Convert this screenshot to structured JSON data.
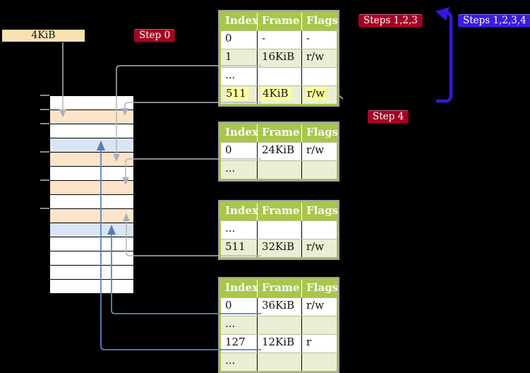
{
  "frame_size_label": "4KiB",
  "badges": {
    "step0": "Step 0",
    "steps123": "Steps 1,2,3",
    "steps1234": "Steps 1,2,3,4",
    "step4": "Step 4"
  },
  "memory_stack": {
    "row_colors": [
      "white",
      "peach",
      "white",
      "blue",
      "peach",
      "white",
      "peach",
      "white",
      "peach",
      "blue",
      "white",
      "white",
      "white",
      "white"
    ]
  },
  "tables": [
    {
      "headers": [
        "Index",
        "Frame",
        "Flags"
      ],
      "rows": [
        {
          "cells": [
            "0",
            "-",
            "-"
          ],
          "shade": "white",
          "highlight": false
        },
        {
          "cells": [
            "1",
            "16KiB",
            "r/w"
          ],
          "shade": "green",
          "highlight": false
        },
        {
          "cells": [
            "...",
            "",
            ""
          ],
          "shade": "white",
          "highlight": false
        },
        {
          "cells": [
            "511",
            "4KiB",
            "r/w"
          ],
          "shade": "green",
          "highlight": true
        }
      ]
    },
    {
      "headers": [
        "Index",
        "Frame",
        "Flags"
      ],
      "rows": [
        {
          "cells": [
            "0",
            "24KiB",
            "r/w"
          ],
          "shade": "white",
          "highlight": false
        },
        {
          "cells": [
            "...",
            "",
            ""
          ],
          "shade": "green",
          "highlight": false
        }
      ]
    },
    {
      "headers": [
        "Index",
        "Frame",
        "Flags"
      ],
      "rows": [
        {
          "cells": [
            "...",
            "",
            ""
          ],
          "shade": "white",
          "highlight": false
        },
        {
          "cells": [
            "511",
            "32KiB",
            "r/w"
          ],
          "shade": "green",
          "highlight": false
        }
      ]
    },
    {
      "headers": [
        "Index",
        "Frame",
        "Flags"
      ],
      "rows": [
        {
          "cells": [
            "0",
            "36KiB",
            "r/w"
          ],
          "shade": "white",
          "highlight": false
        },
        {
          "cells": [
            "...",
            "",
            ""
          ],
          "shade": "green",
          "highlight": false
        },
        {
          "cells": [
            "127",
            "12KiB",
            "r"
          ],
          "shade": "white",
          "highlight": false
        },
        {
          "cells": [
            "...",
            "",
            ""
          ],
          "shade": "green",
          "highlight": false
        }
      ]
    }
  ],
  "colors": {
    "background": "#000000",
    "table_header_green": "#a8c64b",
    "table_row_green": "#e9efd4",
    "highlight_yellow": "#ffff9e",
    "stack_peach": "#fde3c8",
    "stack_light_blue": "#d9e5f4",
    "frame_label_wheat": "#f8e2b2",
    "badge_red": "#a60223",
    "badge_blue": "#3e1be0",
    "arrow_gray": "#b5b5b5",
    "arrow_steel_blue": "#6284b8",
    "arrow_big_blue": "#3517e0"
  }
}
